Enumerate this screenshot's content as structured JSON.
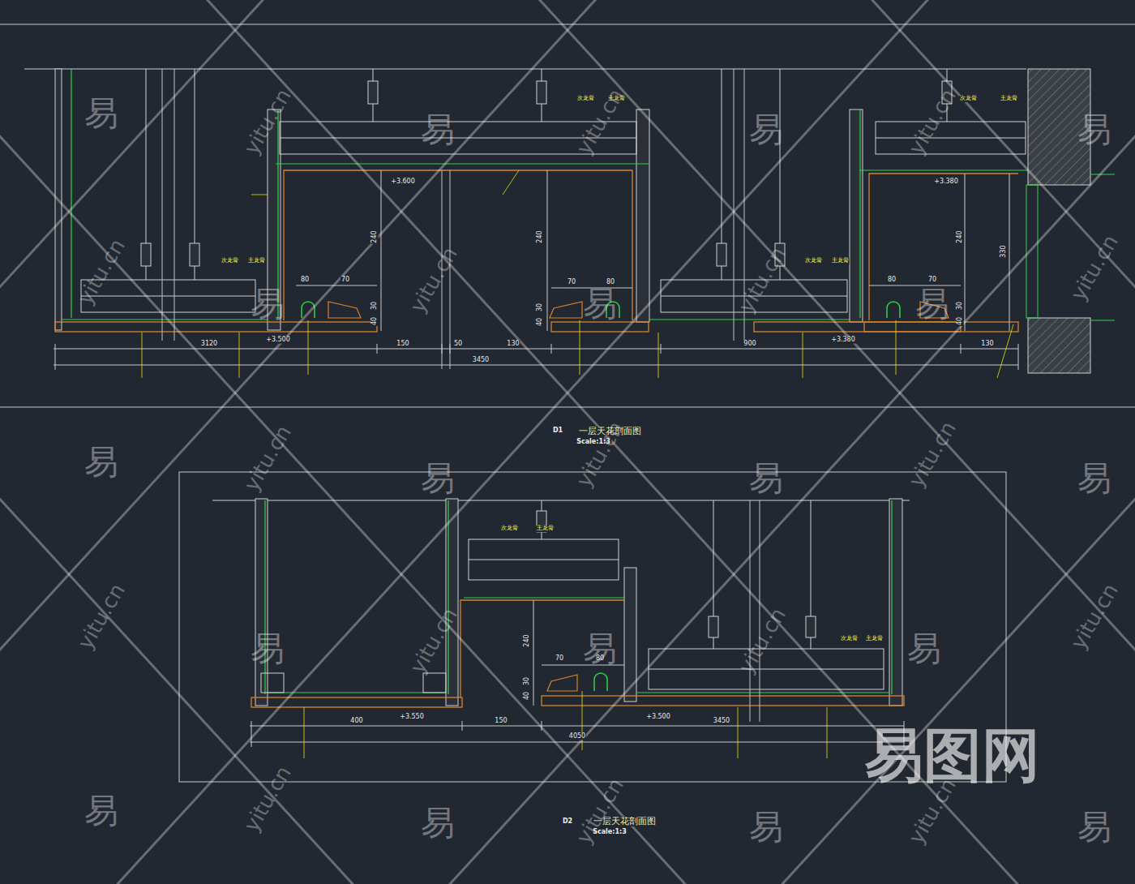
{
  "diagram": {
    "labels": [
      "次龙骨",
      "主龙骨",
      "次龙骨",
      "主龙骨",
      "次龙骨",
      "主龙骨",
      "次龙骨",
      "主龙骨",
      "+3.600",
      "+3.380",
      "240",
      "240",
      "240",
      "330",
      "80",
      "70",
      "70",
      "80",
      "80",
      "70",
      "30",
      "40",
      "30",
      "40",
      "30",
      "40",
      "+3.500",
      "+3.380",
      "3120",
      "150",
      "50",
      "130",
      "900",
      "130",
      "3450",
      "D1",
      "一层天花剖面图",
      "Scale:1:3",
      "次龙骨",
      "主龙骨",
      "次龙骨",
      "主龙骨",
      "240",
      "30",
      "40",
      "70",
      "80",
      "+3.550",
      "+3.500",
      "400",
      "150",
      "3450",
      "4050",
      "D2",
      "一层天花剖面图",
      "Scale:1:3",
      "易",
      "易",
      "易",
      "易",
      "易",
      "易",
      "易",
      "易",
      "易",
      "易",
      "易",
      "易",
      "易",
      "易",
      "易",
      "易",
      "易",
      "易",
      "yitu.cn",
      "yitu.cn",
      "yitu.cn",
      "yitu.cn",
      "yitu.cn",
      "yitu.cn",
      "yitu.cn",
      "yitu.cn",
      "yitu.cn",
      "yitu.cn",
      "yitu.cn",
      "yitu.cn",
      "yitu.cn",
      "yitu.cn",
      "yitu.cn",
      "yitu.cn",
      "yitu.cn",
      "易图网"
    ]
  }
}
